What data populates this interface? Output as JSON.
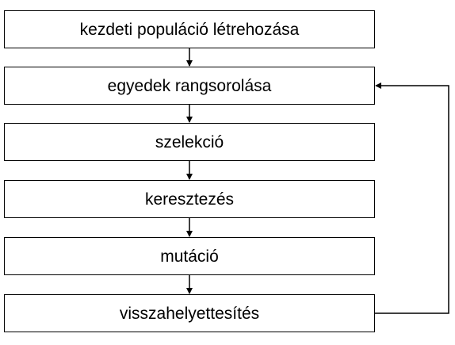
{
  "diagram": {
    "steps": [
      {
        "id": "init",
        "label": "kezdeti populáció létrehozása"
      },
      {
        "id": "rank",
        "label": "egyedek rangsorolása"
      },
      {
        "id": "select",
        "label": "szelekció"
      },
      {
        "id": "crossover",
        "label": "keresztezés"
      },
      {
        "id": "mutate",
        "label": "mutáció"
      },
      {
        "id": "replace",
        "label": "visszahelyettesítés"
      }
    ],
    "edges": [
      {
        "from": "init",
        "to": "rank"
      },
      {
        "from": "rank",
        "to": "select"
      },
      {
        "from": "select",
        "to": "crossover"
      },
      {
        "from": "crossover",
        "to": "mutate"
      },
      {
        "from": "mutate",
        "to": "replace"
      },
      {
        "from": "replace",
        "to": "rank",
        "kind": "loop-back"
      }
    ],
    "colors": {
      "stroke": "#000000",
      "background": "#ffffff",
      "text": "#000000"
    }
  }
}
